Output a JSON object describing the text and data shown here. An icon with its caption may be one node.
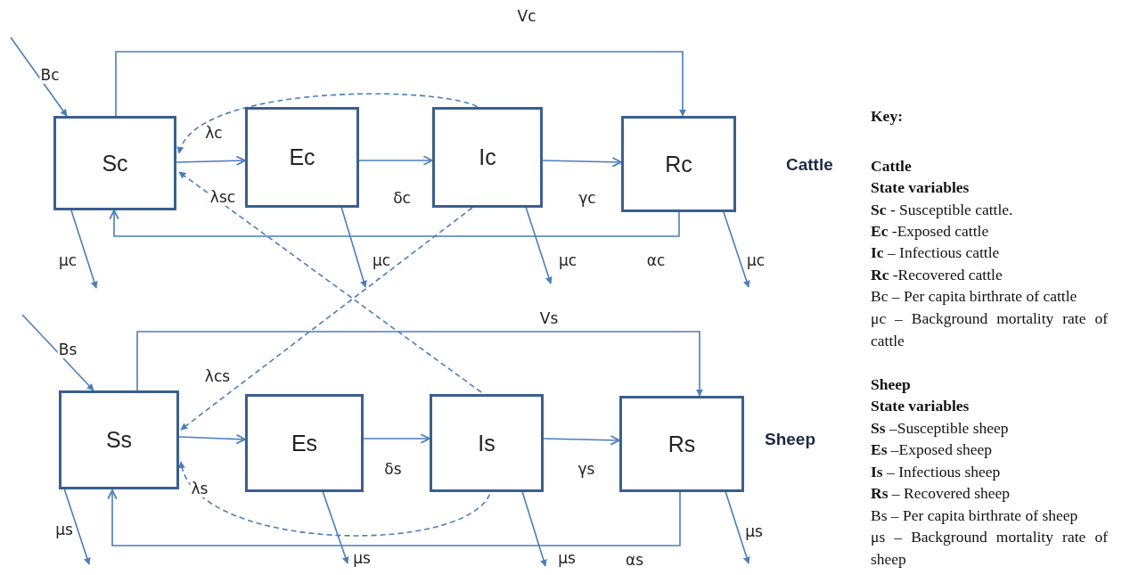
{
  "diagram": {
    "nodes": [
      {
        "text": [
          "Sc"
        ]
      },
      {
        "text": [
          "Ec"
        ]
      },
      {
        "text": [
          "Ic"
        ]
      },
      {
        "text": [
          "Rc"
        ]
      },
      {
        "text": [
          "Ss"
        ]
      },
      {
        "text": [
          "Es"
        ]
      },
      {
        "text": [
          "Is"
        ]
      },
      {
        "text": [
          "Rs"
        ]
      }
    ],
    "edges": [
      {
        "from": null,
        "to": 0,
        "arrow": "to",
        "label": "Bc"
      },
      {
        "from": 0,
        "to": 1,
        "arrow": "to"
      },
      {
        "from": 1,
        "to": 2,
        "arrow": "to",
        "label": "δc"
      },
      {
        "from": 2,
        "to": 3,
        "arrow": "to",
        "label": "γc"
      },
      {
        "from": 0,
        "to": 3,
        "arrow": "to",
        "label": "Vc"
      },
      {
        "from": 3,
        "to": 0,
        "arrow": "to",
        "label": "αc"
      },
      {
        "from": 0,
        "to": null,
        "arrow": "to",
        "label": "μc"
      },
      {
        "from": 1,
        "to": null,
        "arrow": "to",
        "label": "μc"
      },
      {
        "from": 2,
        "to": null,
        "arrow": "to",
        "label": "μc"
      },
      {
        "from": 3,
        "to": null,
        "arrow": "to",
        "label": "μc"
      },
      {
        "from": 2,
        "to": 0,
        "arrow": "to",
        "label": "λc",
        "style": "dashed"
      },
      {
        "from": 6,
        "to": 0,
        "arrow": "to",
        "label": "λsc",
        "style": "dashed"
      },
      {
        "from": null,
        "to": 4,
        "arrow": "to",
        "label": "Bs"
      },
      {
        "from": 4,
        "to": 5,
        "arrow": "to"
      },
      {
        "from": 5,
        "to": 6,
        "arrow": "to",
        "label": "δs"
      },
      {
        "from": 6,
        "to": 7,
        "arrow": "to",
        "label": "γs"
      },
      {
        "from": 4,
        "to": 7,
        "arrow": "to",
        "label": "Vs"
      },
      {
        "from": 7,
        "to": 4,
        "arrow": "to",
        "label": "αs"
      },
      {
        "from": 4,
        "to": null,
        "arrow": "to",
        "label": "μs"
      },
      {
        "from": 5,
        "to": null,
        "arrow": "to",
        "label": "μs"
      },
      {
        "from": 6,
        "to": null,
        "arrow": "to",
        "label": "μs"
      },
      {
        "from": 7,
        "to": null,
        "arrow": "to",
        "label": "μs"
      },
      {
        "from": 2,
        "to": 4,
        "arrow": "to",
        "label": "λcs",
        "style": "dashed"
      },
      {
        "from": 6,
        "to": 4,
        "arrow": "to",
        "label": "λs",
        "style": "dashed"
      }
    ],
    "labels": [
      "Cattle",
      "Sheep",
      "Key:",
      "Cattle",
      "State variables",
      "**Sc** - Susceptible cattle.",
      "**Ec** -Exposed cattle",
      "**Ic** – Infectious cattle",
      "**Rc** -Recovered cattle",
      "Bc – Per capita birthrate of cattle",
      "μc – Background mortality rate of cattle",
      "Sheep",
      "State variables",
      "**Ss** –Susceptible sheep",
      "**Es** –Exposed sheep",
      "**Is** – Infectious sheep",
      "**Rs** – Recovered sheep",
      "Bs – Per capita birthrate of sheep",
      "μs – Background mortality rate of sheep"
    ]
  }
}
